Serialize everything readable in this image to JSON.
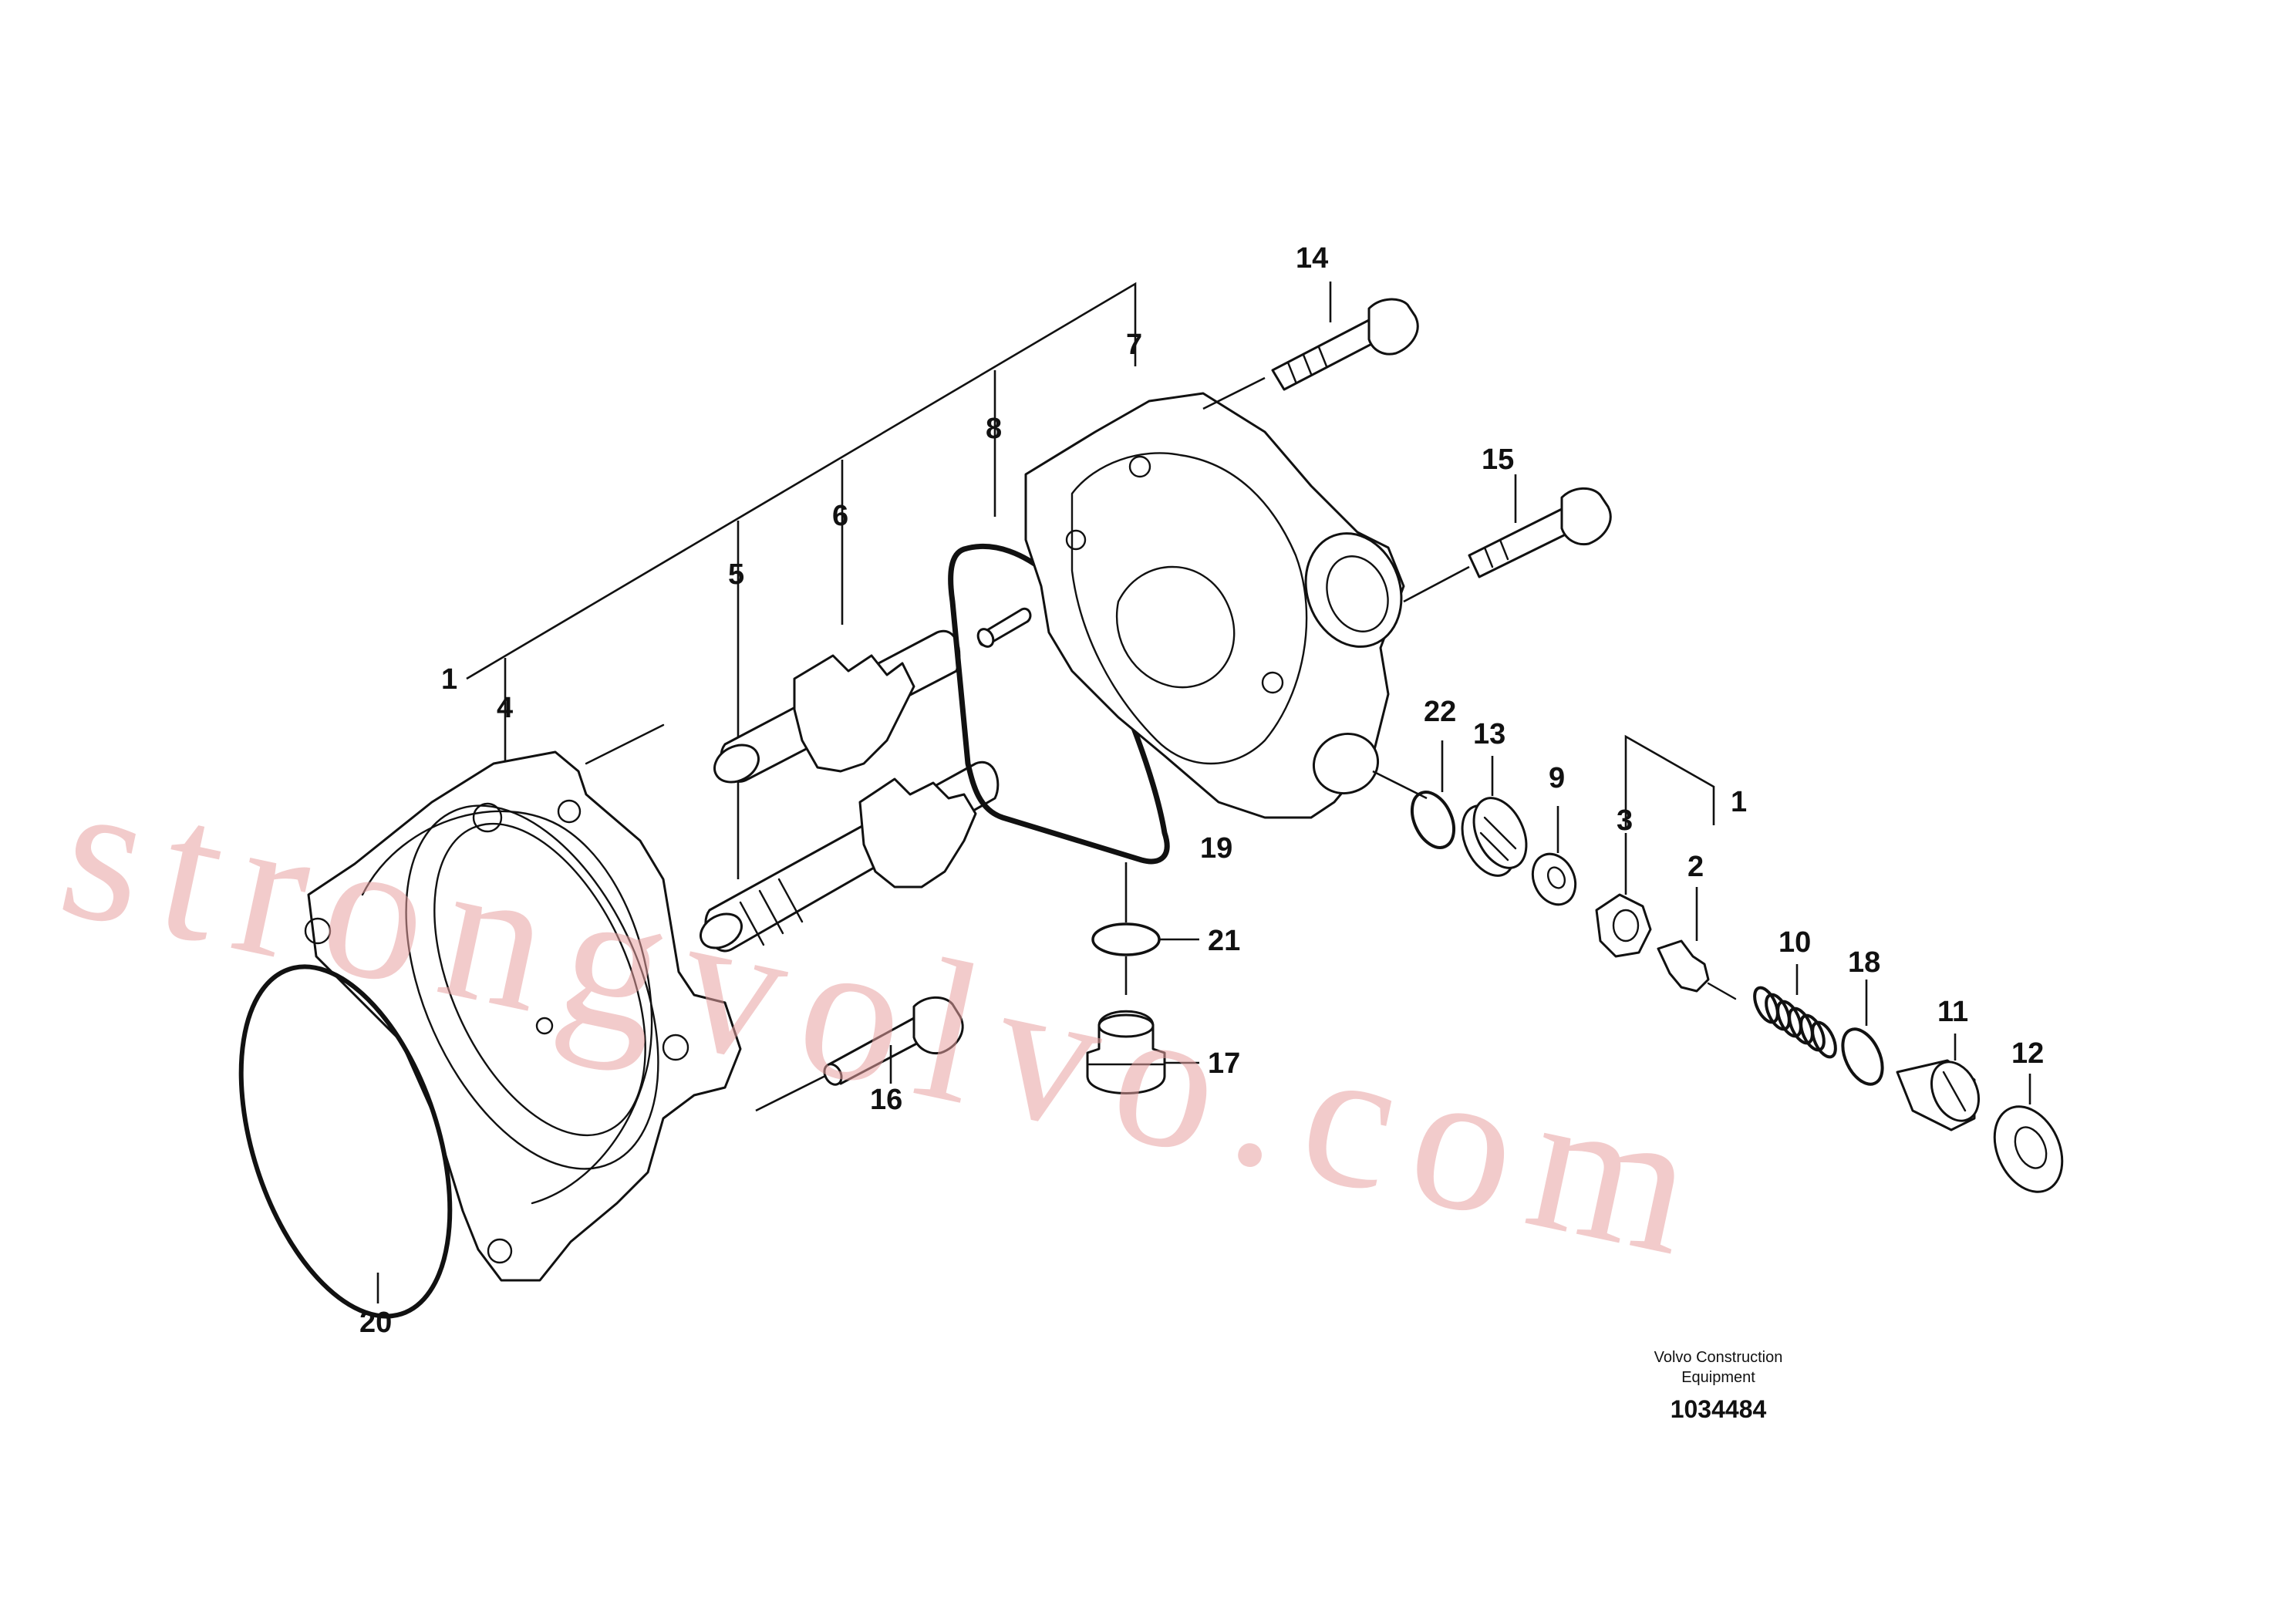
{
  "diagram": {
    "maker_line1": "Volvo Construction",
    "maker_line2": "Equipment",
    "figure_number": "1034484",
    "watermark": "strongvolvo.com",
    "callouts": [
      "1",
      "4",
      "5",
      "6",
      "8",
      "7",
      "14",
      "15",
      "22",
      "13",
      "9",
      "3",
      "1",
      "2",
      "10",
      "18",
      "11",
      "12",
      "19",
      "21",
      "17",
      "16",
      "20"
    ]
  },
  "colors": {
    "line": "#111111",
    "watermark": "#e8a0a0",
    "background": "#ffffff"
  }
}
